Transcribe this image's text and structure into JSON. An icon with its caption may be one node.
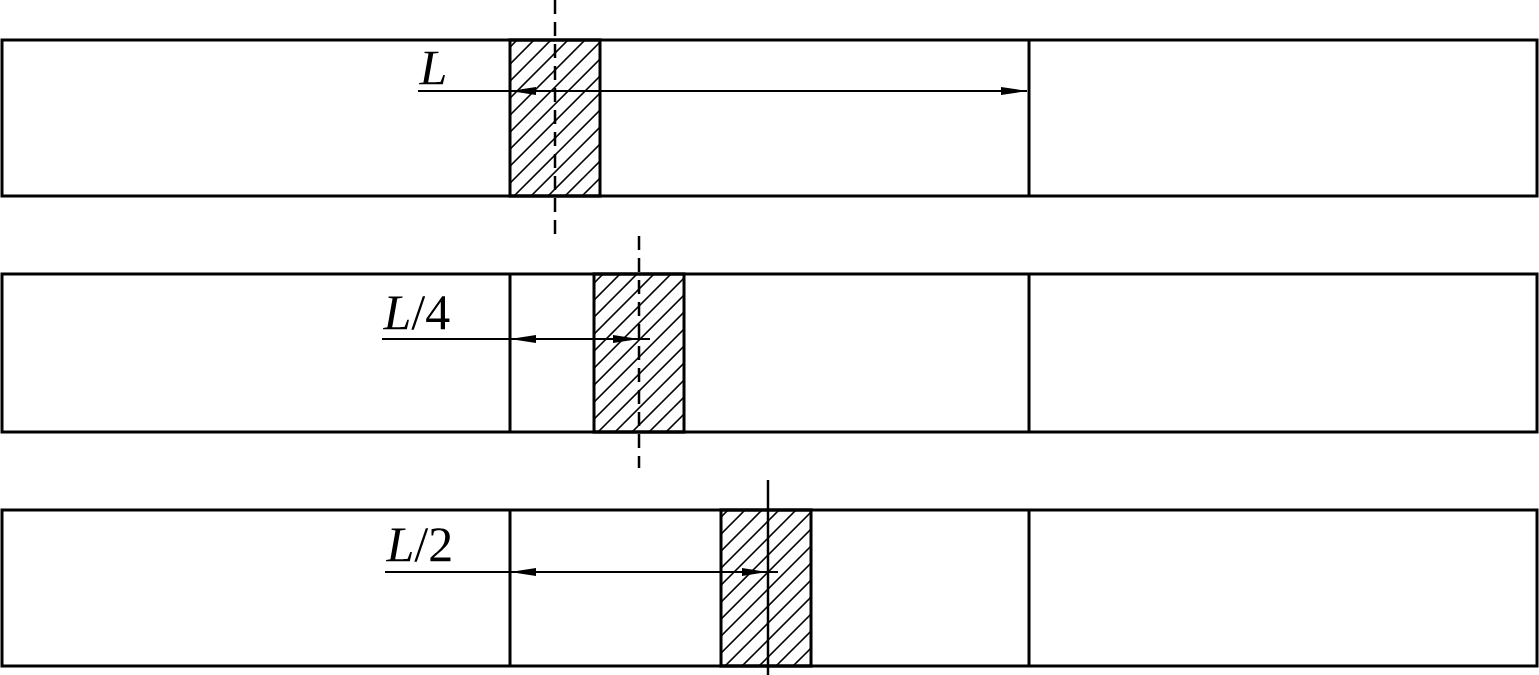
{
  "diagram": {
    "labels": [
      "L",
      "*L*/4",
      "*L*/2"
    ]
  }
}
